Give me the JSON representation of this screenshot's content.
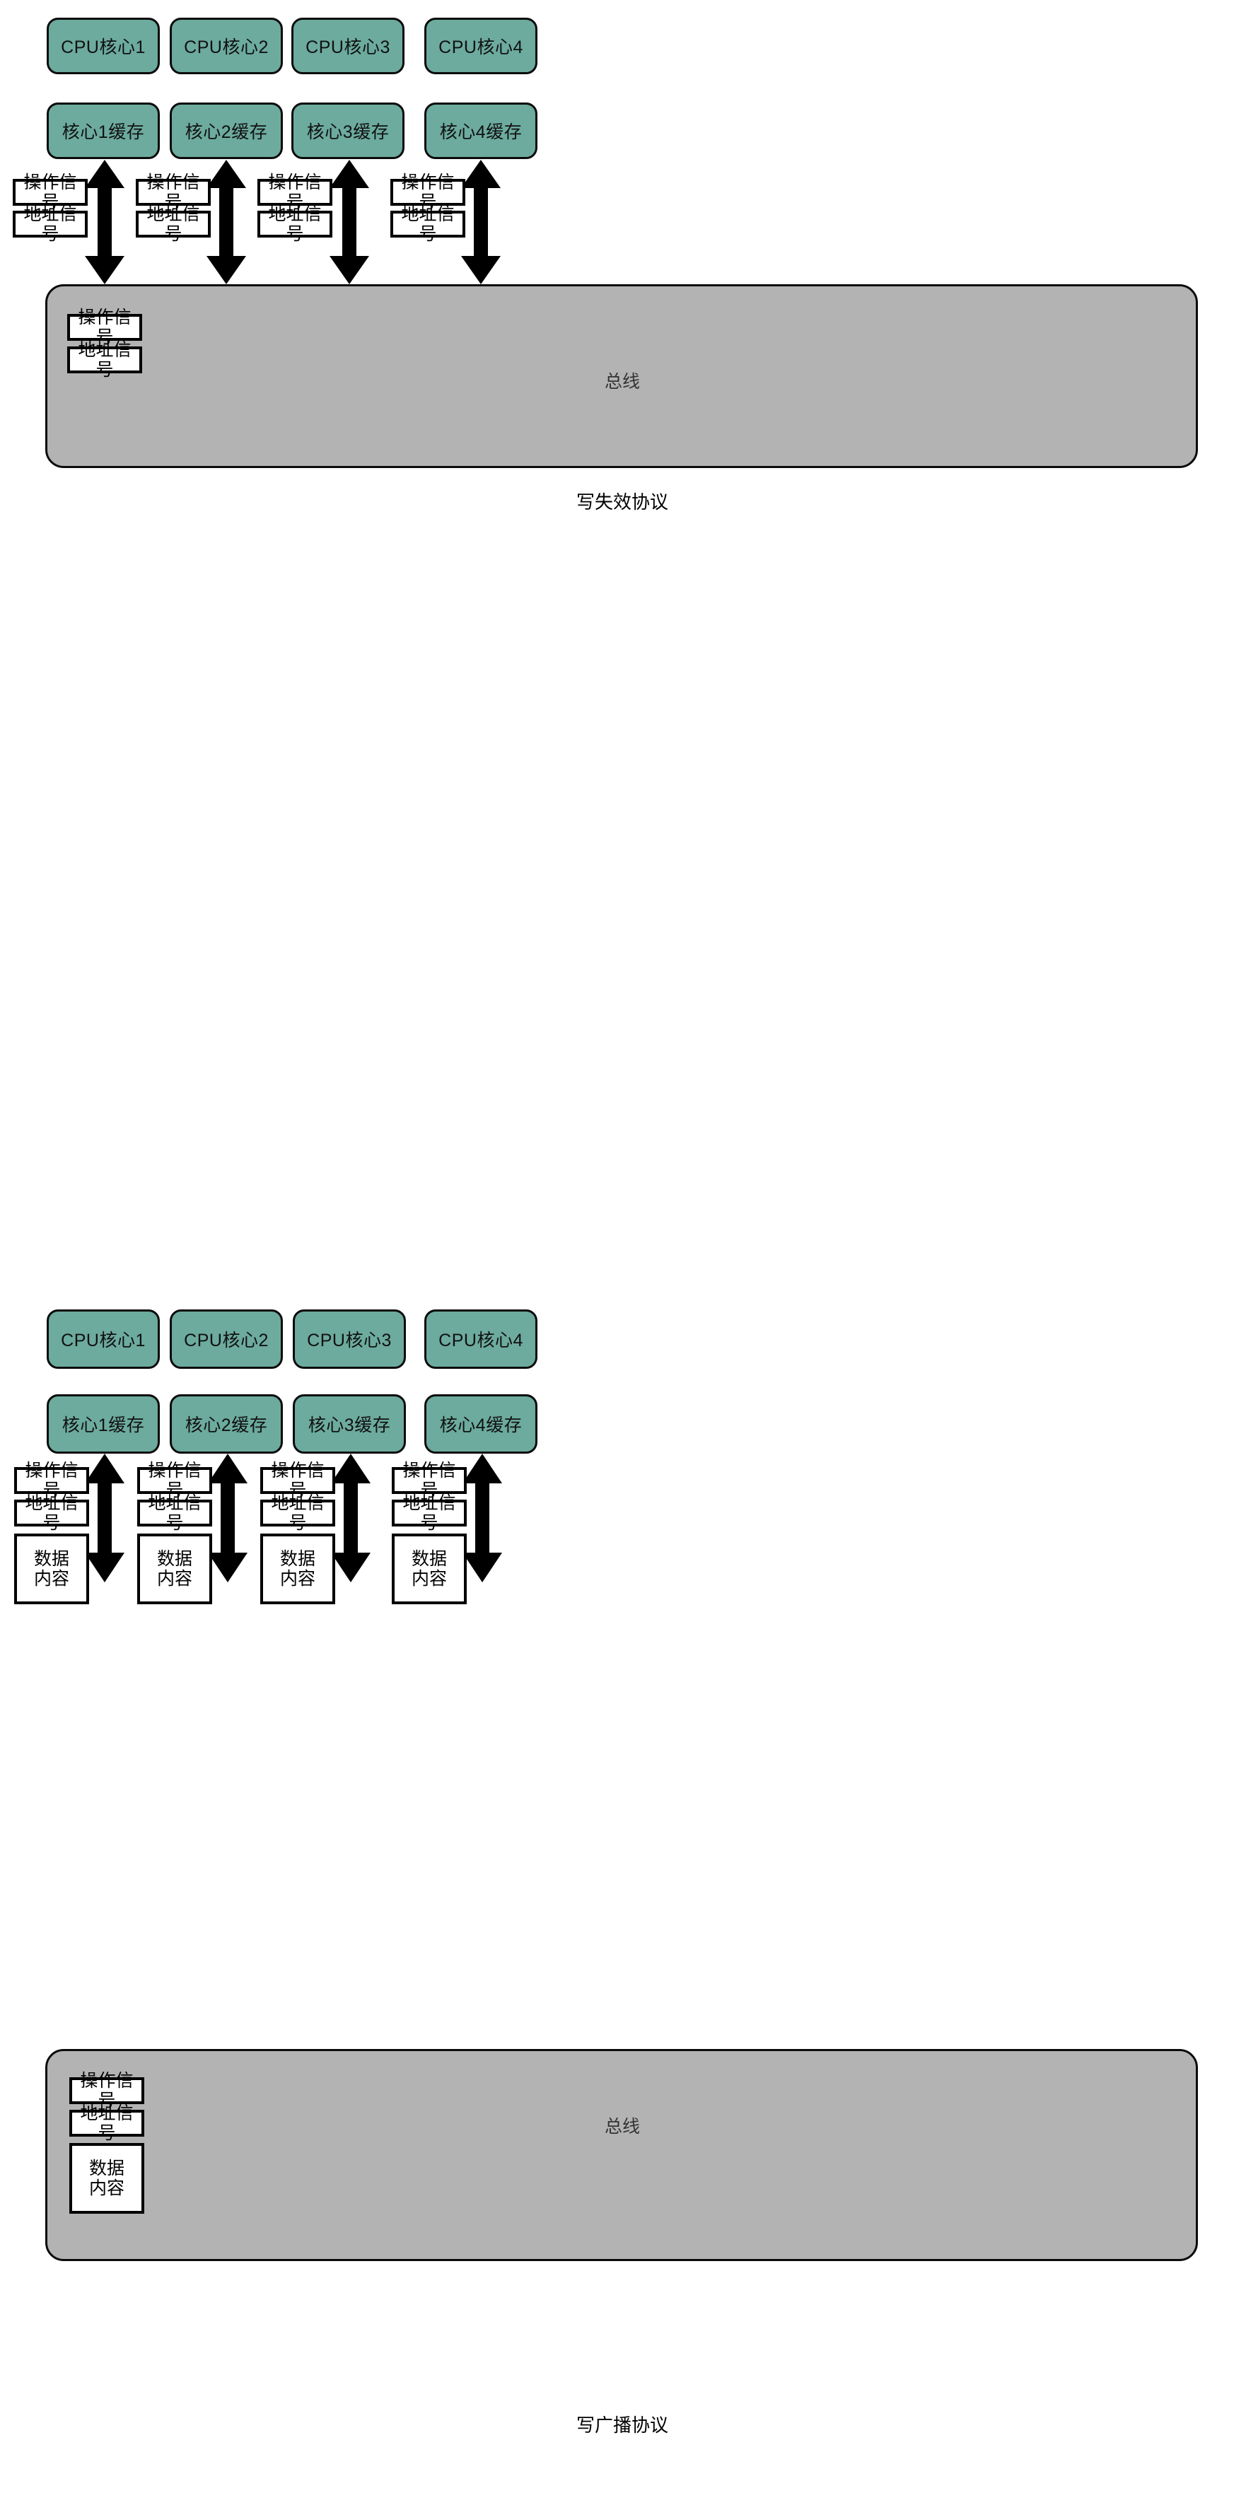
{
  "colors": {
    "node_fill": "#6cab9e",
    "bus_fill": "#b3b3b3",
    "stroke": "#000000",
    "signal_fill": "#ffffff",
    "background": "#ffffff"
  },
  "diagrams": [
    {
      "id": "write-invalidate",
      "caption": "写失效协议",
      "bus_label": "总线",
      "cores": [
        {
          "cpu": "CPU核心1",
          "cache": "核心1缓存"
        },
        {
          "cpu": "CPU核心2",
          "cache": "核心2缓存"
        },
        {
          "cpu": "CPU核心3",
          "cache": "核心3缓存"
        },
        {
          "cpu": "CPU核心4",
          "cache": "核心4缓存"
        }
      ],
      "link_signals": [
        "操作信号",
        "地址信号"
      ],
      "bus_signals": [
        "操作信号",
        "地址信号"
      ]
    },
    {
      "id": "write-broadcast",
      "caption": "写广播协议",
      "bus_label": "总线",
      "cores": [
        {
          "cpu": "CPU核心1",
          "cache": "核心1缓存"
        },
        {
          "cpu": "CPU核心2",
          "cache": "核心2缓存"
        },
        {
          "cpu": "CPU核心3",
          "cache": "核心3缓存"
        },
        {
          "cpu": "CPU核心4",
          "cache": "核心4缓存"
        }
      ],
      "link_signals": [
        "操作信号",
        "地址信号",
        "数据\n内容"
      ],
      "bus_signals": [
        "操作信号",
        "地址信号",
        "数据\n内容"
      ]
    }
  ]
}
